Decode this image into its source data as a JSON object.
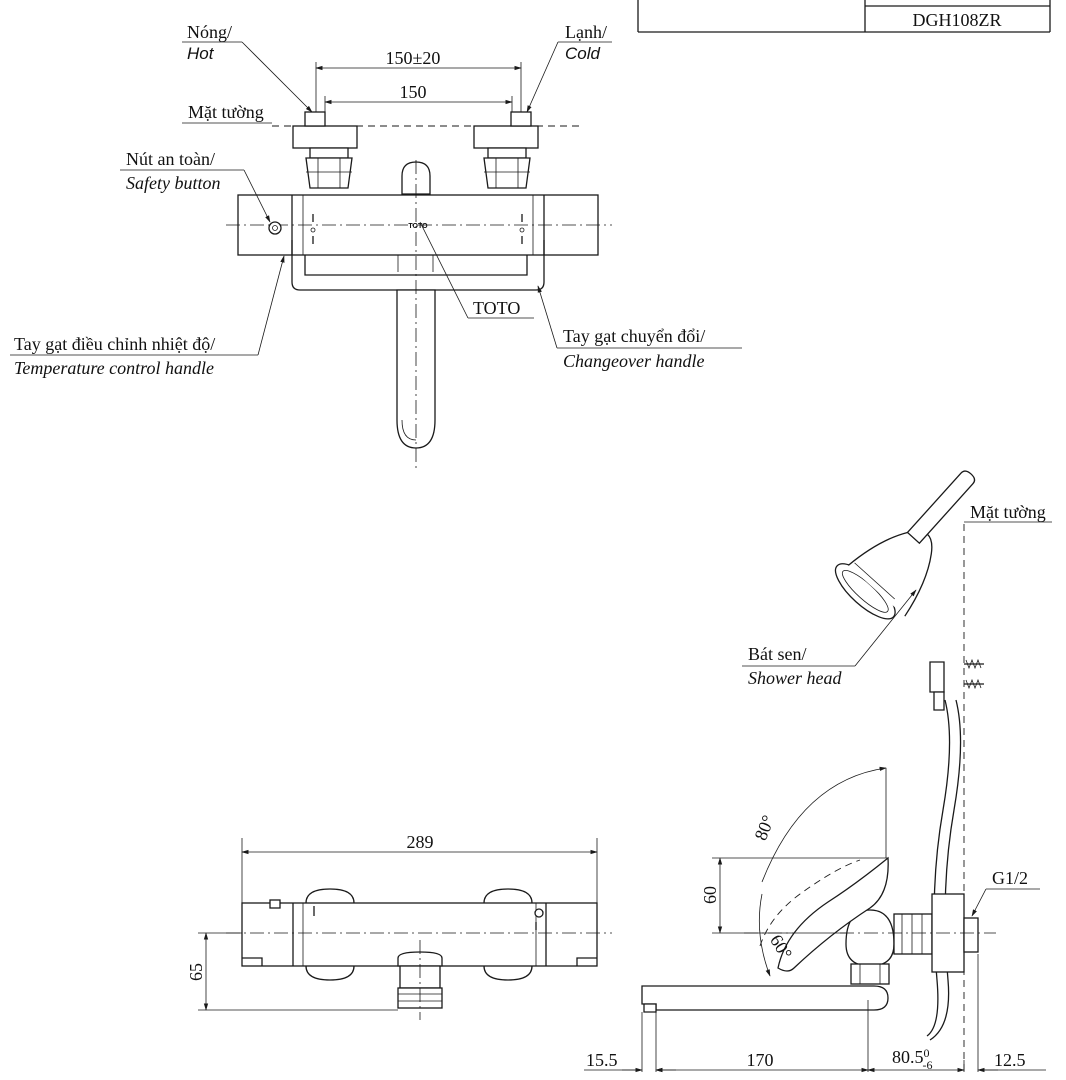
{
  "model_table": {
    "row_top_right": "DGH108ZR"
  },
  "top_view": {
    "hot_vi": "Nóng/",
    "hot_en": "Hot",
    "cold_vi": "Lạnh/",
    "cold_en": "Cold",
    "dim_outer": "150±20",
    "dim_inner": "150",
    "wall_label": "Mặt tường",
    "safety_vi": "Nút an toàn/",
    "safety_en": "Safety button",
    "temp_vi": "Tay gạt điều chỉnh nhiệt độ/",
    "temp_en": "Temperature control handle",
    "brand": "TOTO",
    "brand_mark": "TOTO",
    "changeover_vi": "Tay gạt chuyển đổi/",
    "changeover_en": "Changeover handle"
  },
  "front_view": {
    "dim_width": "289",
    "dim_height": "65"
  },
  "side_view": {
    "wall_label": "Mặt tường",
    "shower_vi": "Bát sen/",
    "shower_en": "Shower head",
    "angle_top": "80°",
    "angle_bottom": "60°",
    "dim_60": "60",
    "thread": "G1/2",
    "dim_left": "15.5",
    "dim_spout": "170",
    "dim_base": "80.5",
    "dim_base_sup": "0",
    "dim_base_sub": "-6",
    "dim_right": "12.5"
  },
  "colors": {
    "line": "#1a1a1a",
    "background": "#ffffff"
  }
}
